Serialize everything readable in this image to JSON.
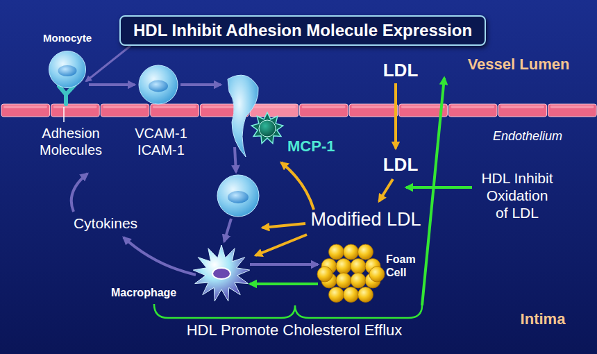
{
  "diagram": {
    "nodes": [
      {
        "text": [
          "HDL Inhibit Adhesion Molecule Expression"
        ]
      },
      {
        "text": [
          "Monocyte"
        ]
      },
      {
        "text": [
          "MCP-1"
        ]
      },
      {
        "text": [
          "Macrophage"
        ]
      },
      {
        "text": [
          "Foam Cell"
        ]
      }
    ],
    "edges": [
      {
        "from": 0,
        "to": 1,
        "arrow": "to"
      },
      {
        "from": 3,
        "to": 4,
        "arrow": "to"
      },
      {
        "from": 4,
        "to": 3,
        "arrow": "to"
      }
    ],
    "labels": [
      "Vessel Lumen",
      "Endothelium",
      "Intima",
      "Adhesion Molecules",
      "VCAM-1 ICAM-1",
      "LDL",
      "LDL",
      "Modified LDL",
      "HDL Inhibit Oxidation of LDL",
      "Cytokines",
      "HDL Promote Cholesterol Efflux"
    ]
  }
}
